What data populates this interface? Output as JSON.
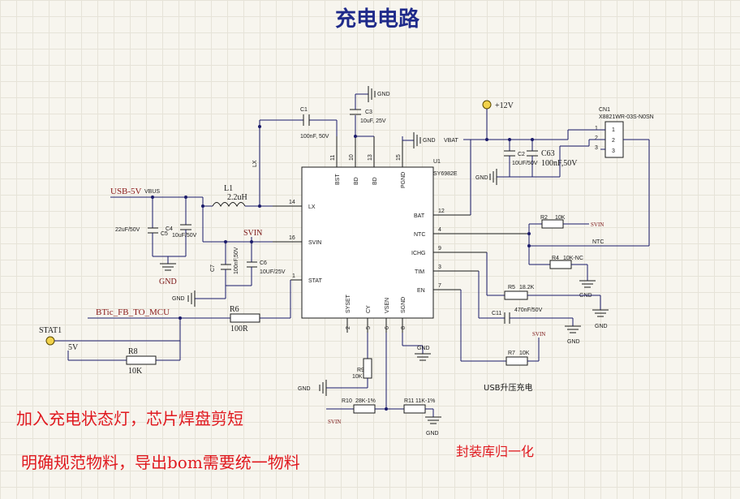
{
  "title": "充电电路",
  "chip": {
    "ref": "U1",
    "part": "SY6982E",
    "pins_top": [
      {
        "num": "11",
        "name": "BST"
      },
      {
        "num": "10",
        "name": "BD"
      },
      {
        "num": "13",
        "name": "BD"
      },
      {
        "num": "15",
        "name": "PGND"
      }
    ],
    "pins_left": [
      {
        "num": "14",
        "name": "LX"
      },
      {
        "num": "16",
        "name": "SVIN"
      },
      {
        "num": "1",
        "name": "STAT"
      }
    ],
    "pins_right": [
      {
        "num": "12",
        "name": "BAT"
      },
      {
        "num": "4",
        "name": "NTC"
      },
      {
        "num": "9",
        "name": "ICHG"
      },
      {
        "num": "3",
        "name": "TIM"
      },
      {
        "num": "7",
        "name": "EN"
      }
    ],
    "pins_bottom": [
      {
        "num": "2",
        "name": "SYSET"
      },
      {
        "num": "5",
        "name": "CY"
      },
      {
        "num": "6",
        "name": "VSEN"
      },
      {
        "num": "8",
        "name": "SGND"
      }
    ]
  },
  "components": {
    "c1": {
      "ref": "C1",
      "value": "100nF, 50V"
    },
    "c_top": {
      "ref": "C3",
      "value": "10uF, 25V"
    },
    "l1": {
      "ref": "L1",
      "value": "2.2uH"
    },
    "c5": {
      "ref": "C5",
      "value": "22uF/50V"
    },
    "c4": {
      "ref": "C4",
      "value": "10uF/50V"
    },
    "c7": {
      "ref": "C7",
      "value": "100nF,50V"
    },
    "c6": {
      "ref": "C6",
      "value": "10UF/25V"
    },
    "r6": {
      "ref": "R6",
      "value": "100R"
    },
    "r8": {
      "ref": "R8",
      "value": "10K"
    },
    "c2": {
      "ref": "C2",
      "value": "10UF/50V"
    },
    "c63": {
      "ref": "C63",
      "value": "100nF,50V"
    },
    "r2": {
      "ref": "R2",
      "value": "10K"
    },
    "r4": {
      "ref": "R4",
      "value": "10K-NC"
    },
    "r5": {
      "ref": "R5",
      "value": "18.2K"
    },
    "c11": {
      "ref": "C11",
      "value": "470nF/50V"
    },
    "r7": {
      "ref": "R7",
      "value": "10K"
    },
    "r9": {
      "ref": "R9",
      "value": "10K"
    },
    "r10": {
      "ref": "R10",
      "value": "28K-1%"
    },
    "r11": {
      "ref": "R11",
      "value": "11K-1%"
    }
  },
  "connector": {
    "ref": "CN1",
    "part": "X8821WR-03S-N0SN",
    "pins": [
      "1",
      "2",
      "3"
    ]
  },
  "nets": {
    "usb5v": "USB-5V",
    "vbus": "VBUS",
    "gnd": "GND",
    "gnd_small": "GND",
    "svin": "SVIN",
    "vbat": "VBAT",
    "plus12v": "+12V",
    "ntc": "NTC",
    "lx": "LX",
    "btic": "BTic_FB_TO_MCU",
    "stat1": "STAT1",
    "v5": "5V"
  },
  "notes": {
    "boost": "USB升压充电",
    "note1": "加入充电状态灯，芯片焊盘剪短",
    "note2": "明确规范物料，导出bom需要统一物料",
    "note3": "封装库归一化"
  }
}
